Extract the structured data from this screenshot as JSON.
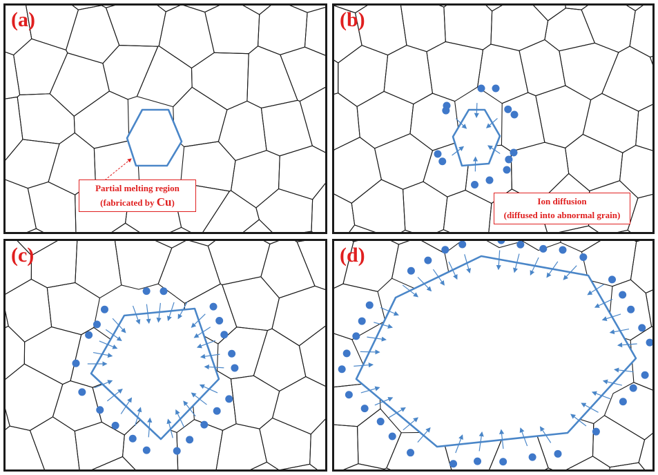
{
  "panels": [
    {
      "id": "a",
      "label": "(a)"
    },
    {
      "id": "b",
      "label": "(b)"
    },
    {
      "id": "c",
      "label": "(c)"
    },
    {
      "id": "d",
      "label": "(d)"
    }
  ],
  "callouts": {
    "partial_melting": {
      "line1": "Partial melting region",
      "line2_prefix": "(fabricated by ",
      "line2_element": "Cu",
      "line2_suffix": ")"
    },
    "ion_diffusion": {
      "line1": "Ion diffusion",
      "line2": "(diffused into abnormal grain)"
    }
  },
  "colors": {
    "grain_line": "#1a1a1a",
    "abnormal_grain": "#4a86c8",
    "ion": "#3f78c9",
    "label": "#e01f1f",
    "frame": "#1a1a1a"
  }
}
